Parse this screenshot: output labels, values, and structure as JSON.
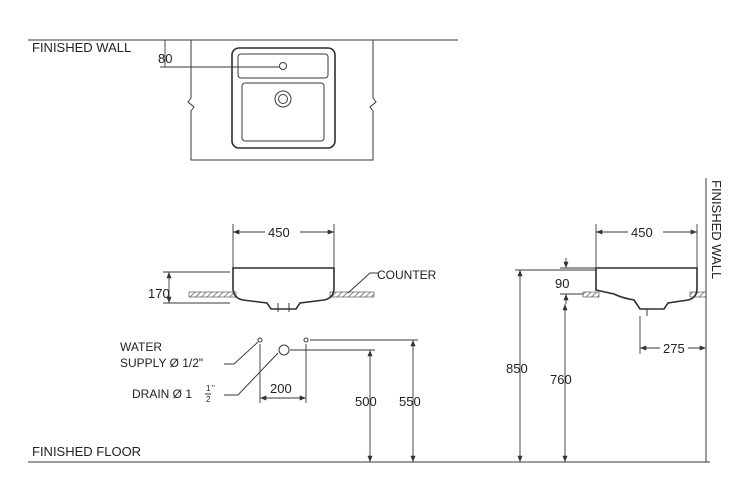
{
  "labels": {
    "finished_wall_top": "FINISHED WALL",
    "finished_wall_side": "FINISHED WALL",
    "counter": "COUNTER",
    "water_supply_line1": "WATER",
    "water_supply_line2": "SUPPLY Ø 1/2\"",
    "drain": "DRAIN Ø 1",
    "drain_frac_num": "1",
    "drain_frac_den": "2",
    "drain_mark": "\"",
    "finished_floor": "FINISHED FLOOR"
  },
  "dimensions": {
    "top_offset": "80",
    "front_width": "450",
    "front_height": "170",
    "supply_offset": "200",
    "drain_height": "500",
    "supply_height": "550",
    "side_width": "450",
    "side_rim": "90",
    "total_height": "850",
    "counter_height": "760",
    "drain_projection": "275"
  },
  "colors": {
    "line": "#3a3a3a",
    "text": "#222222",
    "hatch": "#555555"
  }
}
